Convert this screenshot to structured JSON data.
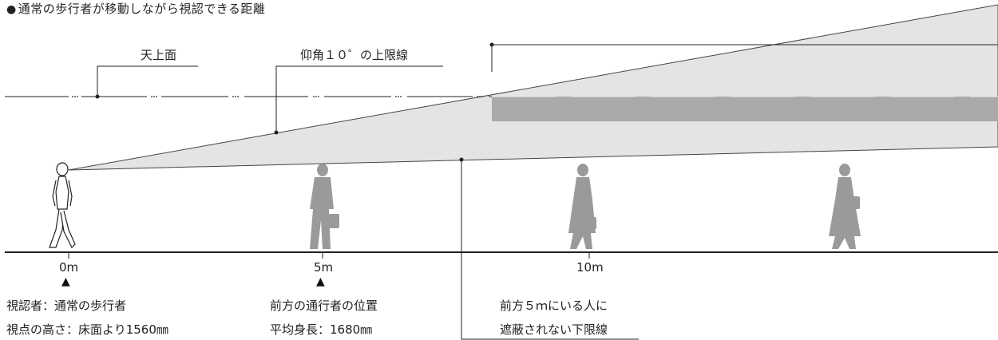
{
  "title": {
    "bullet": "●",
    "text": "通常の歩行者が移動しながら視認できる距離"
  },
  "labels": {
    "ceiling": "天上面",
    "elevation_limit": "仰角１０゜の上限線"
  },
  "axis": {
    "ticks": [
      "0m",
      "5m",
      "10m"
    ],
    "marker_glyph": "▲"
  },
  "viewer": {
    "line1": "視認者：通常の歩行者",
    "line2": "視点の高さ：床面より1560㎜"
  },
  "front_person": {
    "line1": "前方の通行者の位置",
    "line2": "平均身長：1680㎜"
  },
  "lower_limit": {
    "line1": "前方５ｍにいる人に",
    "line2": "遮蔽されない下限線"
  },
  "colors": {
    "cone": "#e4e4e4",
    "sign_band": "#a9a9a9",
    "silhouette": "#9a9a9a",
    "line": "#222222"
  }
}
